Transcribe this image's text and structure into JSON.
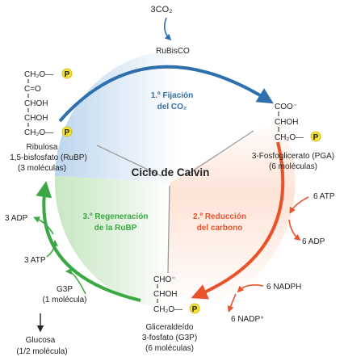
{
  "inputs": {
    "co2": "3CO₂",
    "enzyme": "RuBisCO"
  },
  "phases": {
    "fixation": {
      "line1": "1.º Fijación",
      "line2": "del CO₂",
      "color": "#2f6fae"
    },
    "reduction": {
      "line1": "2.º Reducción",
      "line2": "del carbono",
      "color": "#e8532b"
    },
    "regeneration": {
      "line1": "3.º Regeneración",
      "line2": "de la RuBP",
      "color": "#3aa843"
    }
  },
  "center_title": "Ciclo de Calvin",
  "molecules": {
    "rubp": {
      "structure": [
        "CH₂O—",
        "C=O",
        "CHOH",
        "CHOH",
        "CH₂O—"
      ],
      "phosphate": "P",
      "name_lines": [
        "Ribulosa",
        "1,5-bisfosfato (RuBP)",
        "(3 moléculas)"
      ]
    },
    "pga": {
      "structure": [
        "COO⁻",
        "CHOH",
        "CH₂O—"
      ],
      "phosphate": "P",
      "name_lines": [
        "3-Fosfoglicerato (PGA)",
        "(6 moléculas)"
      ]
    },
    "g3p": {
      "structure": [
        "CHO⁻",
        "CHOH",
        "CH₂O—"
      ],
      "phosphate": "P",
      "name_lines": [
        "Gliceraldeído",
        "3-fosfato (G3P)",
        "(6 moléculas)"
      ]
    }
  },
  "energy": {
    "atp_in_reduction": "6 ATP",
    "adp_out_reduction": "6 ADP",
    "nadph_in": "6 NADPH",
    "nadp_out": "6 NADP⁺",
    "adp_regen": "3 ADP",
    "atp_regen": "3 ATP"
  },
  "outputs": {
    "g3p_out": [
      "G3P",
      "(1 molécula)"
    ],
    "glucose": [
      "Glucosa",
      "(1/2 molécula)"
    ]
  },
  "colors": {
    "phosphate_fill": "#f5e23a",
    "phosphate_stroke": "#c9b400",
    "divider": "#9a9a9a",
    "text": "#222222"
  }
}
